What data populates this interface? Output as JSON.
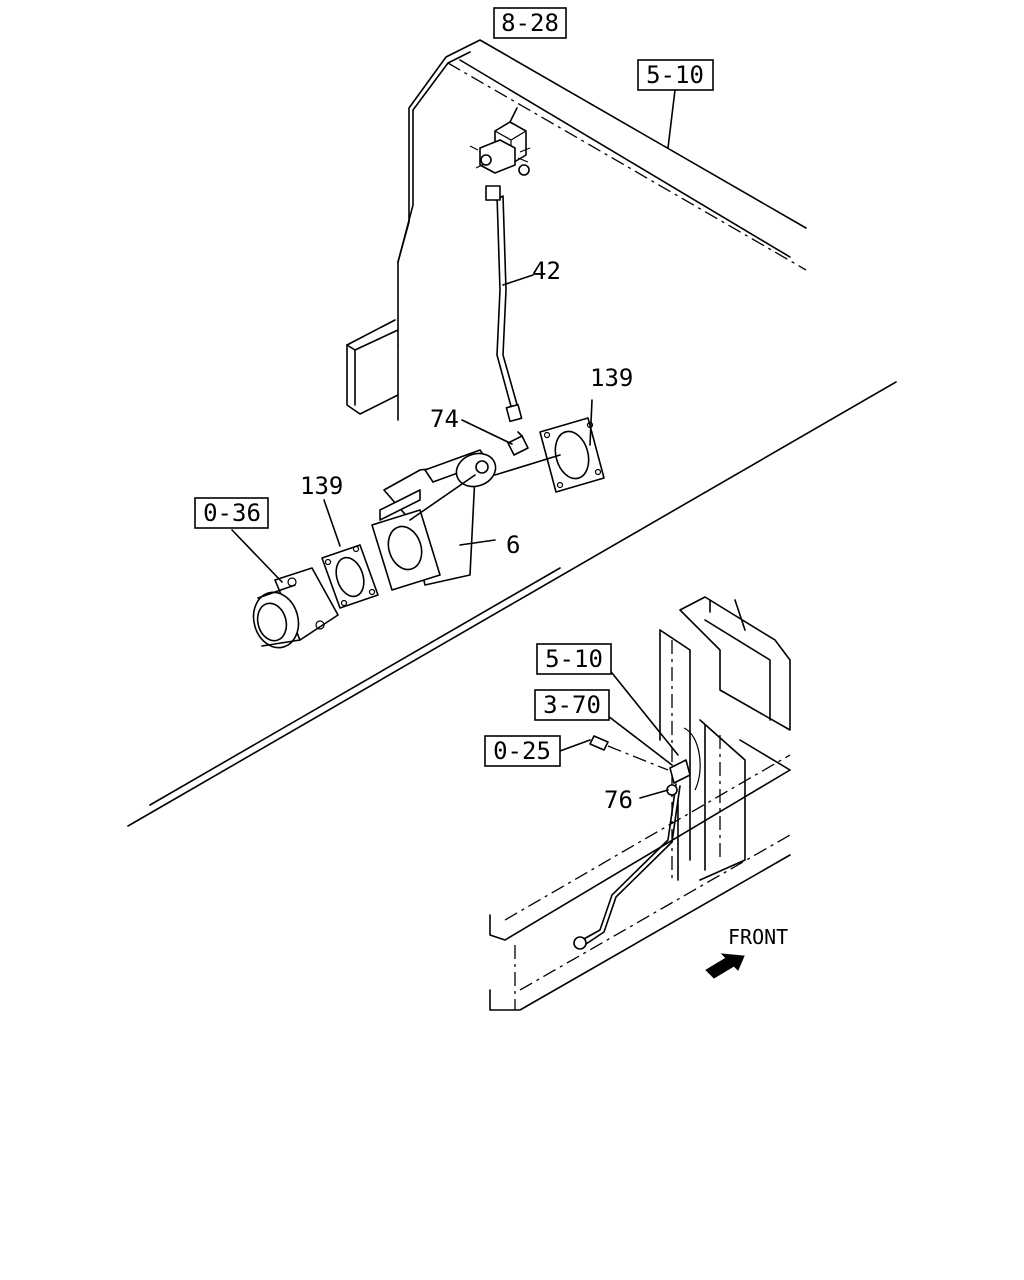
{
  "ref_boxes": {
    "r_8_28": "8-28",
    "r_5_10_top": "5-10",
    "r_0_36": "0-36",
    "r_5_10_bottom": "5-10",
    "r_3_70": "3-70",
    "r_0_25": "0-25"
  },
  "part_numbers": {
    "p42": "42",
    "p139_right": "139",
    "p74": "74",
    "p139_left": "139",
    "p6": "6",
    "p76": "76"
  },
  "direction_label": "FRONT",
  "icons": {
    "front_arrow": "front-arrow-icon"
  }
}
